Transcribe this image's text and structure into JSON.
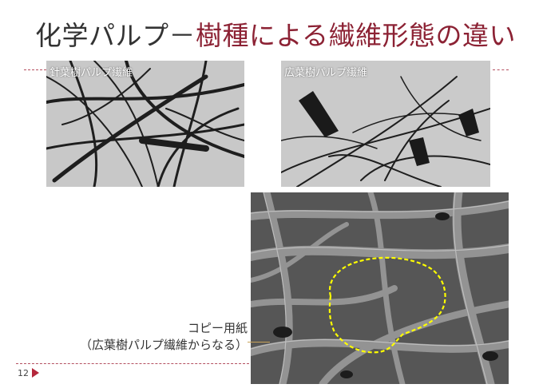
{
  "slide": {
    "title_part1": "化学パルプ－",
    "title_part2": "樹種による繊維形態の違い",
    "photo_softwood_caption": "針葉樹パルプ繊維",
    "photo_hardwood_caption": "広葉樹パルプ繊維",
    "callout_line1": "コピー用紙",
    "callout_line2": "（広葉樹パルプ繊維からなる）",
    "page_number": "12"
  },
  "colors": {
    "title_accent": "#8c2234",
    "title_text": "#333333",
    "highlight_outline": "#ffff00",
    "footer_arrow": "#b4283c"
  }
}
